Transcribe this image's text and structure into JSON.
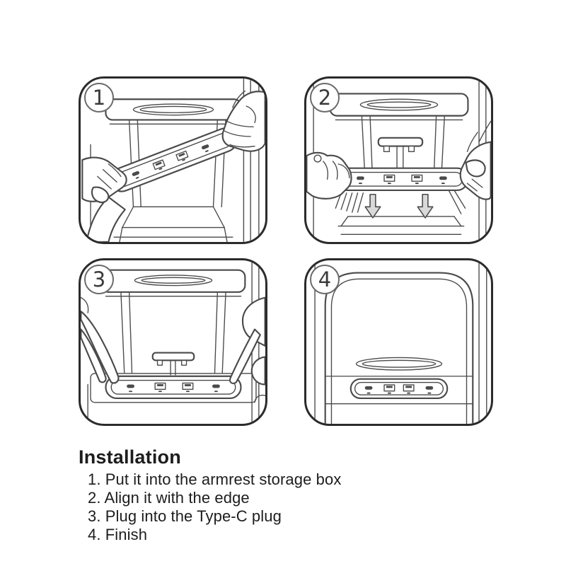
{
  "panels": [
    {
      "number": "1"
    },
    {
      "number": "2"
    },
    {
      "number": "3"
    },
    {
      "number": "4"
    }
  ],
  "instructions": {
    "heading": "Installation",
    "items": [
      "1. Put it into the armrest storage box",
      "2. Align it with the edge",
      "3. Plug into the Type-C plug",
      "4. Finish"
    ]
  },
  "colors": {
    "background": "#ffffff",
    "line": "#4a4a4a",
    "panel_border": "#2b2b2b",
    "text": "#1d1d1d",
    "arrow_fill": "#d9d9d9",
    "badge_border": "#6a6a6a"
  }
}
